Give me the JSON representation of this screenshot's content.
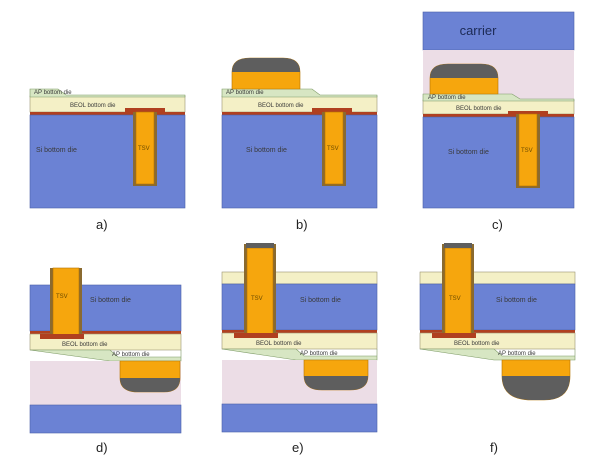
{
  "colors": {
    "silicon": "#6b82d4",
    "beol": "#f4f0c6",
    "top_layer": "#d7e6c3",
    "tsv": "#f6a60d",
    "tsv_liner": "#8a6a30",
    "cap": "#5e5e5e",
    "carrier": "#6b82d4",
    "adhesive": "#ecdde6",
    "metal": "#b04020"
  },
  "texts": {
    "silicon": "Si bottom die",
    "beol": "BEOL bottom die",
    "top": "AP bottom die",
    "tsv": "TSV",
    "carrier": "carrier"
  },
  "panels": [
    {
      "label": "a)",
      "step": "a"
    },
    {
      "label": "b)",
      "step": "b"
    },
    {
      "label": "c)",
      "step": "c"
    },
    {
      "label": "d)",
      "step": "d"
    },
    {
      "label": "e)",
      "step": "e"
    },
    {
      "label": "f)",
      "step": "f"
    }
  ]
}
